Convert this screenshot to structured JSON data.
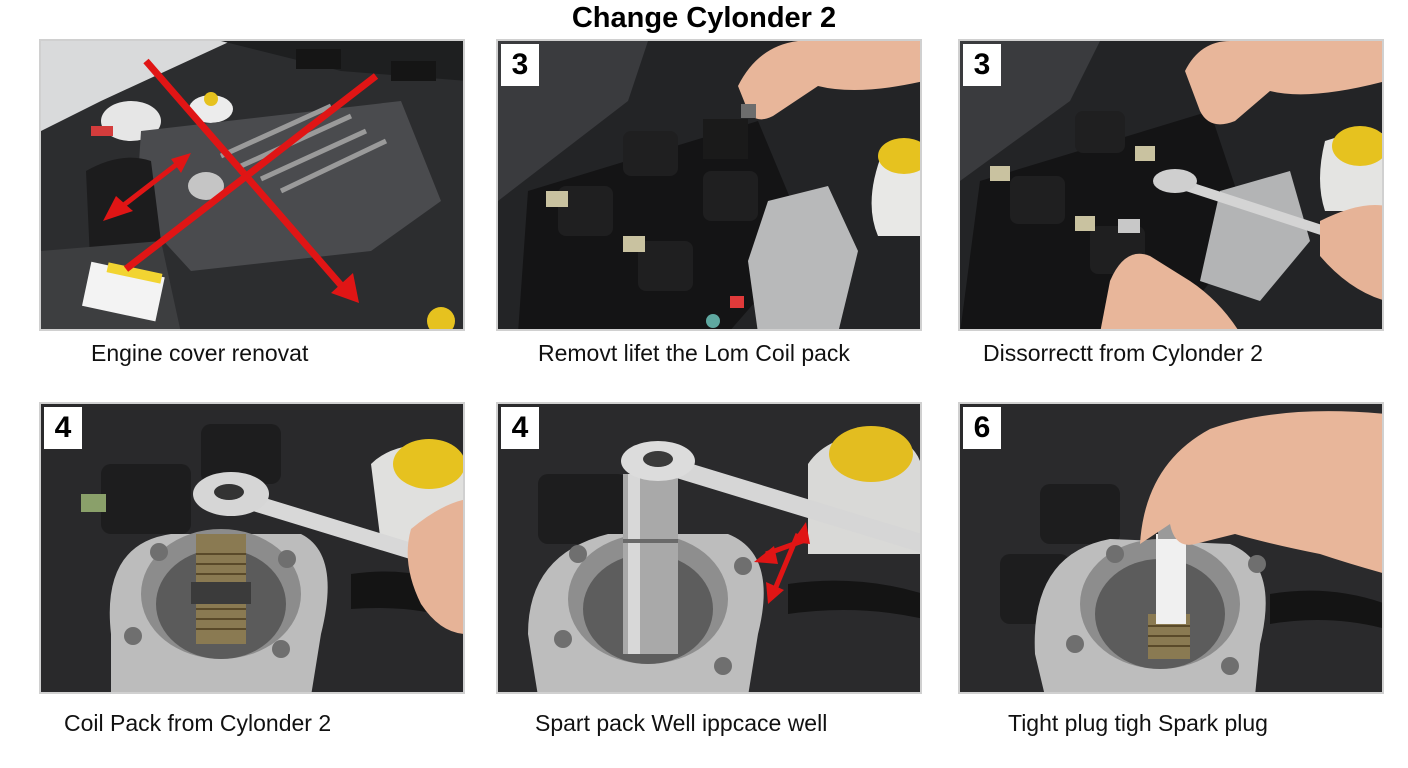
{
  "title": "Change Cylonder 2",
  "colors": {
    "arrow_red": "#e01515",
    "engine_dark": "#2a2b2d",
    "cap_yellow": "#e6c21f",
    "metal": "#c8c8c8"
  },
  "steps": [
    {
      "badge": "",
      "caption": "Engine cover renovat",
      "image": "engine-cover-with-red-x-and-arrows"
    },
    {
      "badge": "3",
      "caption": "Removt lifet the Lom Coil pack",
      "image": "hand-lifting-coil-pack"
    },
    {
      "badge": "3",
      "caption": "Dissorrectt from Cylonder 2",
      "image": "hands-with-wrench-disconnecting-coil"
    },
    {
      "badge": "4",
      "caption": "Coil Pack from Cylonder 2",
      "image": "ratchet-on-spark-plug-in-well"
    },
    {
      "badge": "4",
      "caption": "Spart pack Well ippcace well",
      "image": "socket-wrench-with-red-arrows"
    },
    {
      "badge": "6",
      "caption": "Tight plug tigh Spark plug",
      "image": "hand-inserting-spark-plug"
    }
  ]
}
